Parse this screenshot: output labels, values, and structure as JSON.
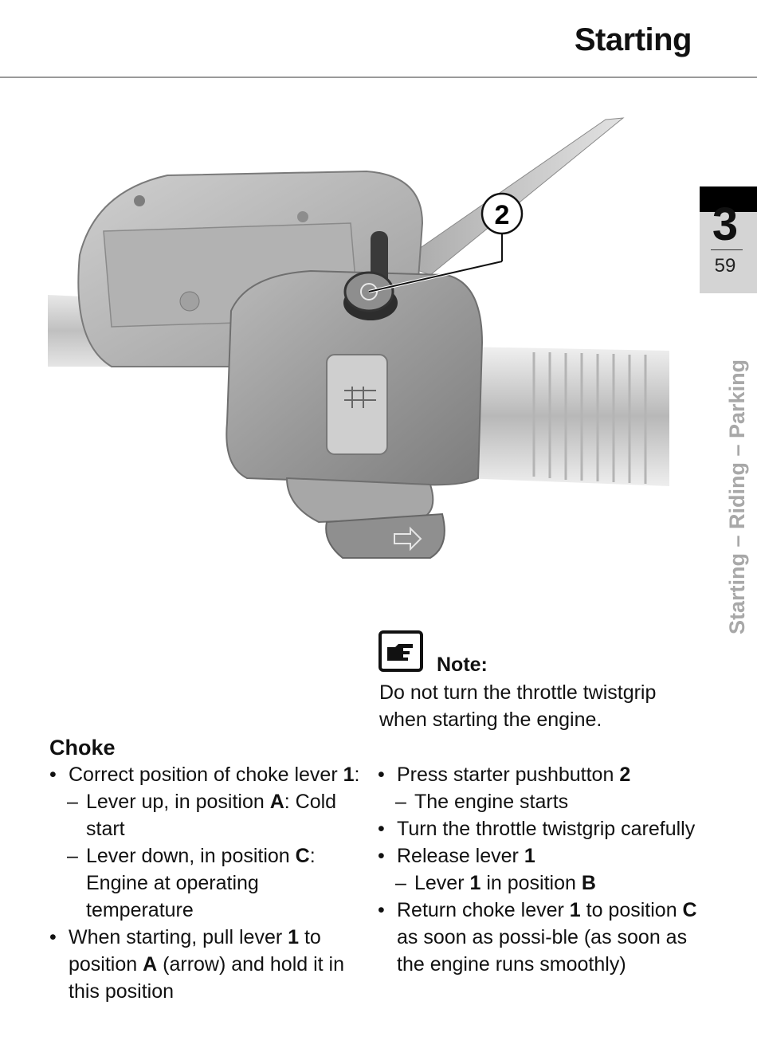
{
  "header": {
    "title": "Starting"
  },
  "chapter_tab": {
    "number": "3",
    "page": "59"
  },
  "side_label": "Starting – Riding – Parking",
  "figure": {
    "callout": "2"
  },
  "note": {
    "icon": "pointing-hand-note-icon",
    "title": "Note:",
    "text": "Do not turn the throttle twistgrip when starting the engine."
  },
  "choke": {
    "title": "Choke",
    "b1_pre": "Correct position of choke lever ",
    "b1_num": "1",
    "b1_post": ":",
    "s1_pre": "Lever up, in position ",
    "s1_pos": "A",
    "s1_post": ": Cold start",
    "s2_pre": "Lever down, in position ",
    "s2_pos": "C",
    "s2_post": ": Engine at operating temperature",
    "b2_pre": "When starting, pull lever ",
    "b2_num": "1",
    "b2_mid": " to position ",
    "b2_pos": "A",
    "b2_post": " (arrow) and hold it in this position"
  },
  "steps": {
    "r1_pre": "Press starter pushbutton ",
    "r1_num": "2",
    "r1_sub": "The engine starts",
    "r2": "Turn the throttle twistgrip carefully",
    "r3_pre": "Release lever ",
    "r3_num": "1",
    "r3_sub_pre": "Lever ",
    "r3_sub_num": "1",
    "r3_sub_mid": " in position ",
    "r3_sub_pos": "B",
    "r4_pre": "Return choke lever ",
    "r4_num": "1",
    "r4_mid": " to position ",
    "r4_pos": "C",
    "r4_post": " as soon as possi-ble (as soon as the engine runs smoothly)"
  }
}
